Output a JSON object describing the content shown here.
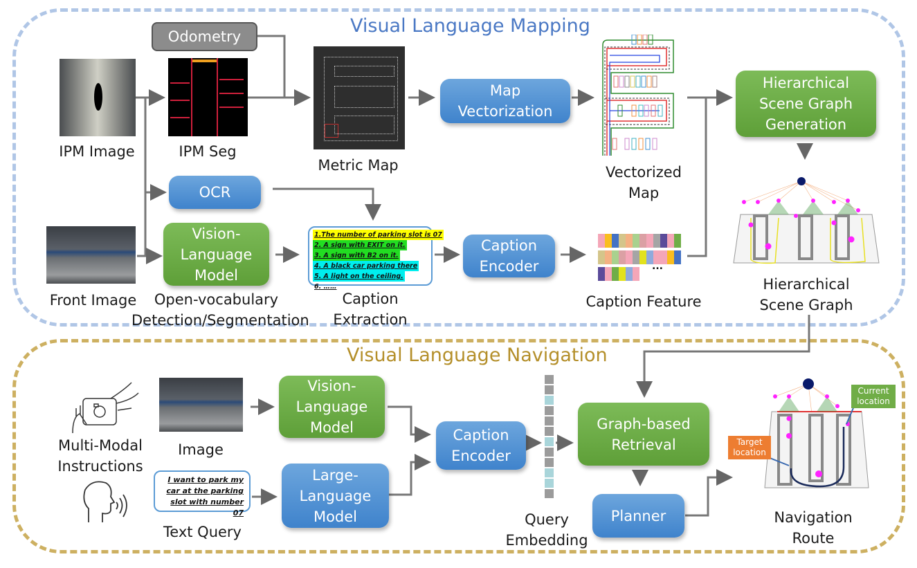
{
  "sections": {
    "mapping": {
      "title": "Visual Language Mapping",
      "color": "#4a78c4",
      "border_color": "#b0c6e6"
    },
    "navigation": {
      "title": "Visual Language Navigation",
      "color": "#b48f2a",
      "border_color": "#cdb061"
    }
  },
  "mapping": {
    "odometry": "Odometry",
    "ipm_image_label": "IPM Image",
    "ipm_seg_label": "IPM Seg",
    "metric_map_label": "Metric Map",
    "map_vectorization": "Map Vectorization",
    "vectorized_map_label": "Vectorized Map",
    "hsg_generation": "Hierarchical Scene Graph Generation",
    "hsg_label": "Hierarchical Scene Graph",
    "ocr": "OCR",
    "vlm": "Vision-Language Model",
    "vlm_caption": "Open-vocabulary Detection/Segmentation",
    "front_image_label": "Front Image",
    "caption_extraction_label": "Caption Extraction",
    "caption_encoder": "Caption Encoder",
    "caption_feature_label": "Caption Feature",
    "caption_feature_ellipsis": "...",
    "captions": [
      {
        "text": "1.The number of parking slot is 07",
        "highlight": "#ffff00"
      },
      {
        "text": "2. A sign with EXIT on it.",
        "highlight": "#22dd22"
      },
      {
        "text": "3. A sign with B2 on it.",
        "highlight": "#22dd22"
      },
      {
        "text": "4. A black car parking there",
        "highlight": "#00eeee"
      },
      {
        "text": "5. A light on the ceiling.",
        "highlight": "#00eeee"
      },
      {
        "text": "6. ……",
        "highlight": ""
      }
    ],
    "feature_colors": [
      [
        "#f4a6b8",
        "#f9bd1f",
        "#4472c4",
        "#d4c58a",
        "#f4b183",
        "#a9d18e"
      ],
      [
        "#dba0a4",
        "#f4a6b8",
        "#a5a5a5",
        "#5b4b9a",
        "#f4a6b8",
        "#70ad47"
      ],
      [
        "#d4c58a",
        "#f4b183",
        "#a9d18e",
        "#dba0a4",
        "#f4a6b8",
        "#a5a5a5"
      ],
      [
        "#e2e21d",
        "#8faadc",
        "#f4a6b8",
        "#f4a6b8",
        "#f9bd1f",
        "#4472c4"
      ],
      [
        "#5b4b9a",
        "#f4a6b8",
        "#70ad47",
        "#e2e21d",
        "#8faadc",
        "#f4a6b8"
      ]
    ]
  },
  "navigation": {
    "multimodal_label": "Multi-Modal Instructions",
    "image_label": "Image",
    "text_query": "I want to park my car at the parking slot with number 07",
    "text_query_label": "Text Query",
    "vlm": "Vision-Language Model",
    "llm": "Large-Language Model",
    "caption_encoder": "Caption Encoder",
    "query_embedding_label": "Query Embedding",
    "embedding_cells": [
      "gray",
      "gray",
      "teal",
      "gray",
      "gray",
      "gray",
      "teal",
      "gray",
      "gray",
      "teal",
      "teal",
      "gray"
    ],
    "graph_retrieval": "Graph-based Retrieval",
    "planner": "Planner",
    "navigation_route_label": "Navigation Route",
    "current_location": "Current location",
    "target_location": "Target location"
  },
  "icons": {
    "camera": "camera-hands-icon",
    "speaker": "speaking-head-icon"
  }
}
